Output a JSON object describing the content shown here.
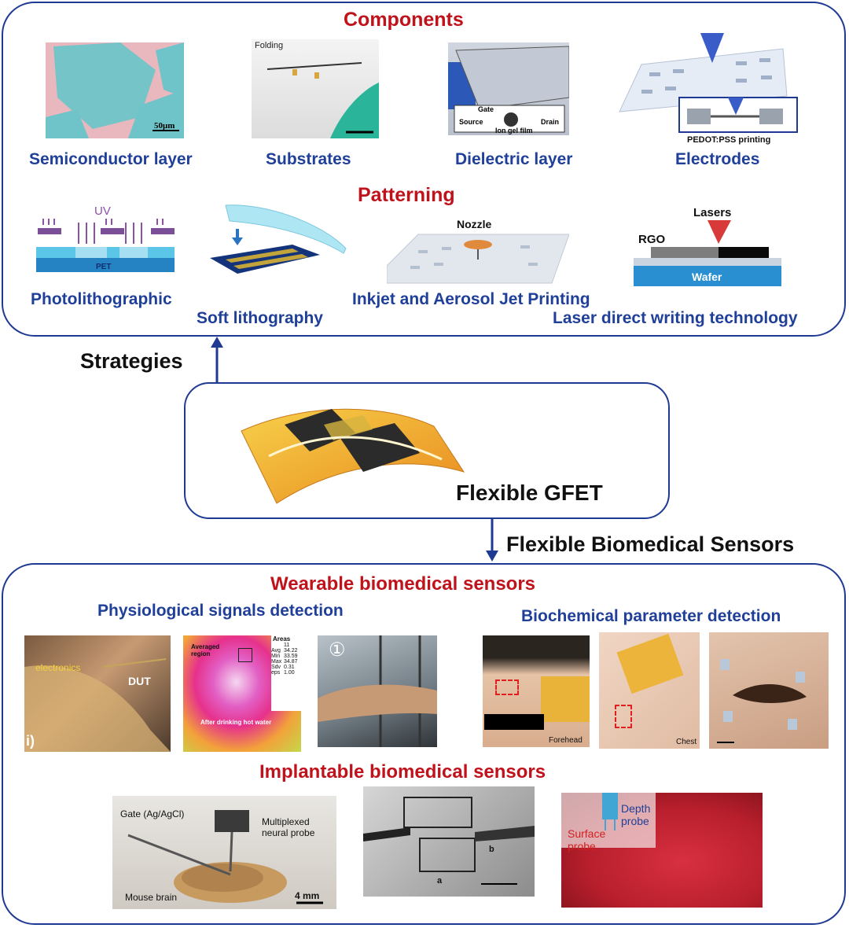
{
  "components": {
    "title": "Components",
    "items": [
      "Semiconductor layer",
      "Substrates",
      "Dielectric layer",
      "Electrodes"
    ],
    "micrograph_scale": "50μm",
    "substrate_caption": "Folding",
    "dielectric_labels": {
      "gate": "Gate",
      "source": "Source",
      "drain": "Drain",
      "film": "Ion gel film"
    },
    "electrode_caption": "PEDOT:PSS printing"
  },
  "patterning": {
    "title": "Patterning",
    "items": [
      "Photolithographic",
      "Soft lithography",
      "Inkjet and Aerosol Jet Printing",
      "Laser direct writing technology"
    ],
    "uv_label": "UV",
    "pet_label": "PET",
    "nozzle_label": "Nozzle",
    "lasers_label": "Lasers",
    "rgo_label": "RGO",
    "wafer_label": "Wafer"
  },
  "strategies_label": "Strategies",
  "center": {
    "label": "Flexible GFET"
  },
  "sensors_arrow_label": "Flexible Biomedical Sensors",
  "wearable": {
    "title": "Wearable biomedical sensors",
    "physio_title": "Physiological signals detection",
    "biochem_title": "Biochemical parameter detection",
    "photo1": {
      "electronics": "electronics",
      "dut": "DUT",
      "panel": "i)"
    },
    "photo2": {
      "region": "Averaged region",
      "caption": "After drinking hot water",
      "areas": "Areas",
      "rows": [
        [
          "",
          "11"
        ],
        [
          "Avg",
          "34.22"
        ],
        [
          "Min",
          "33.59"
        ],
        [
          "Max",
          "34.87"
        ],
        [
          "Sdv",
          "0.31"
        ],
        [
          "eps",
          "1.00"
        ]
      ]
    },
    "photo3": {
      "marker": "①"
    },
    "photo4": {
      "caption": "Forehead"
    },
    "photo5": {
      "caption": "Chest"
    }
  },
  "implantable": {
    "title": "Implantable biomedical sensors",
    "photo1": {
      "gate": "Gate (Ag/AgCl)",
      "probe": "Multiplexed neural probe",
      "brain": "Mouse brain",
      "scale": "4 mm"
    },
    "photo2": {
      "a": "a",
      "b": "b"
    },
    "photo3": {
      "depth": "Depth probe",
      "surface": "Surface probe"
    }
  },
  "colors": {
    "frame": "#1f3a93",
    "title_red": "#c0121b",
    "label_blue": "#1f3f99"
  }
}
